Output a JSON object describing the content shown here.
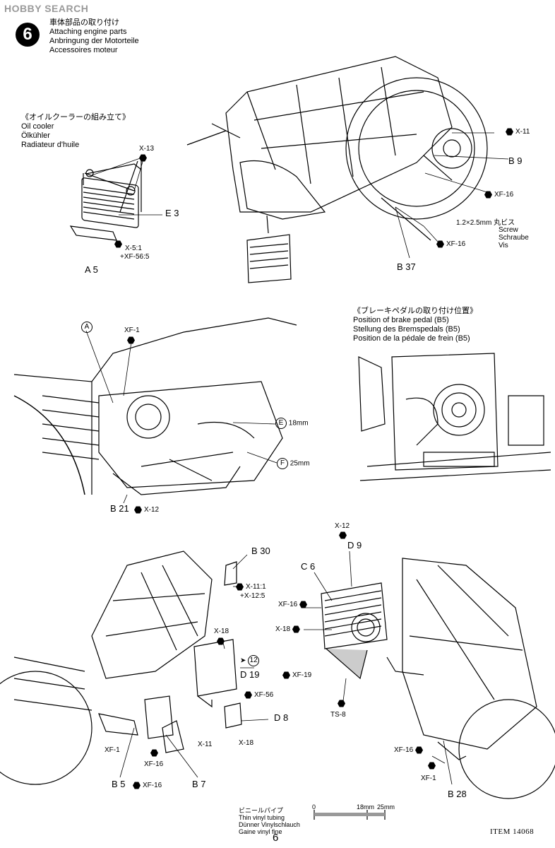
{
  "watermark": "HOBBY SEARCH",
  "step": {
    "number": "6",
    "title_jp": "車体部品の取り付け",
    "title_en": "Attaching engine parts",
    "title_de": "Anbringung der Motorteile",
    "title_fr": "Accessoires moteur"
  },
  "oil_cooler": {
    "heading_jp": "《オイルクーラーの組み立て》",
    "en": "Oil cooler",
    "de": "Ölkühler",
    "fr": "Radiateur d'huile",
    "labels": {
      "x13": "X-13",
      "e3": "E 3",
      "x5": "X-5:1",
      "xf56": "+XF-56:5",
      "a5": "A 5"
    }
  },
  "frame_top": {
    "x11": "X-11",
    "b9": "B 9",
    "xf16a": "XF-16",
    "screw_size": "1.2×2.5mm 丸ビス",
    "screw_en": "Screw",
    "screw_de": "Schraube",
    "screw_fr": "Vis",
    "xf16b": "XF-16",
    "b37": "B 37"
  },
  "engine_left": {
    "a_circle": "A",
    "xf1": "XF-1",
    "e_circle": "E",
    "e_len": "18mm",
    "f_circle": "F",
    "f_len": "25mm",
    "b21": "B 21",
    "x12": "X-12"
  },
  "brake_pedal": {
    "heading_jp": "《ブレーキペダルの取り付け位置》",
    "en": "Position of brake pedal (B5)",
    "de": "Stellung des Bremspedals (B5)",
    "fr": "Position de la pédale de frein (B5)"
  },
  "bottom_left": {
    "b30": "B 30",
    "x11_1": "X-11:1",
    "x12_5": "+X-12:5",
    "x18a": "X-18",
    "circle12": "12",
    "d19": "D 19",
    "xf19": "XF-19",
    "xf56": "XF-56",
    "d8": "D 8",
    "x18b": "X-18",
    "x11": "X-11",
    "xf1": "XF-1",
    "xf16": "XF-16",
    "b5": "B 5",
    "xf16b": "XF-16",
    "b7": "B 7"
  },
  "bottom_right": {
    "x12": "X-12",
    "d9": "D 9",
    "c6": "C 6",
    "xf16": "XF-16",
    "x18": "X-18",
    "ts8": "TS-8",
    "xf16b": "XF-16",
    "xf1": "XF-1",
    "b28": "B 28"
  },
  "tubing": {
    "jp": "ビニールパイプ",
    "en": "Thin vinyl tubing",
    "de": "Dünner Vinylschlauch",
    "fr": "Gaine vinyl fine",
    "r0": "0",
    "r18": "18mm",
    "r25": "25mm"
  },
  "footer": {
    "page": "6",
    "item": "ITEM 14068"
  }
}
